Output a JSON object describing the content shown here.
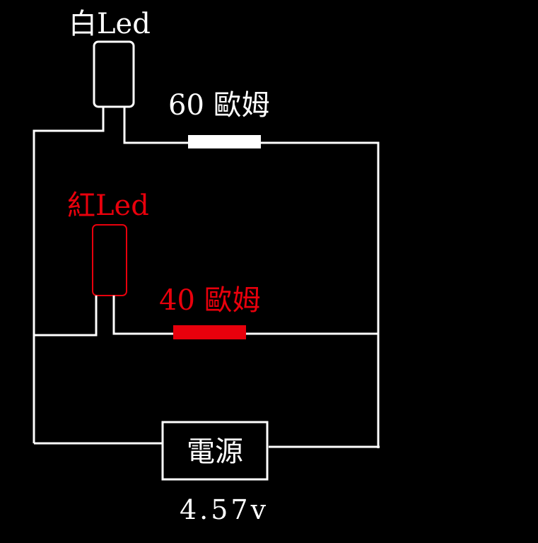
{
  "colors": {
    "background": "#000000",
    "white": "#ffffff",
    "red": "#e8000c"
  },
  "labels": {
    "white_led": "白Led",
    "red_led": "紅Led",
    "resistor_white": "60 歐姆",
    "resistor_red": "40 歐姆",
    "power_source": "電源",
    "voltage": "4.57v"
  }
}
